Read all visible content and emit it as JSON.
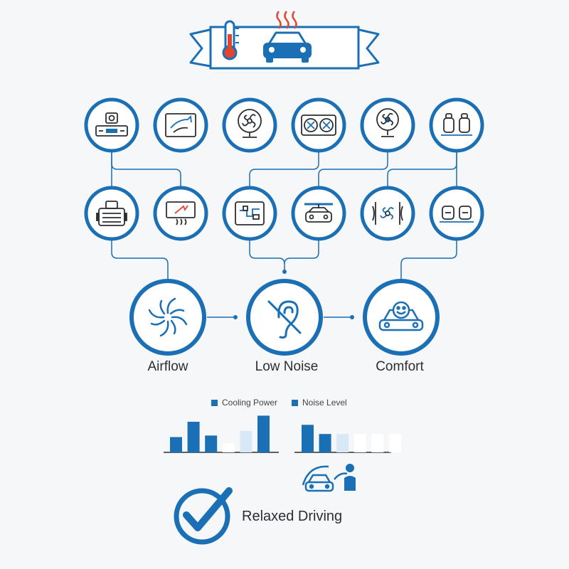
{
  "colors": {
    "primary": "#1a6fb5",
    "dark_text": "#2b2f33",
    "heat": "#e2452f",
    "bar_light": "#d9e8f6"
  },
  "banner": {
    "icons": [
      "thermometer-icon",
      "heat-waves-icon",
      "car-icon"
    ]
  },
  "row1_icons": [
    "control-unit-icon",
    "airflow-panel-icon",
    "fan-icon",
    "dual-fan-icon",
    "desk-fan-icon",
    "car-seats-icon"
  ],
  "row2_icons": [
    "filter-unit-icon",
    "display-airflow-icon",
    "duct-layout-icon",
    "car-vent-icon",
    "fan-vents-icon",
    "rear-seats-icon"
  ],
  "stages": {
    "airflow": {
      "label": "Airflow",
      "icon": "swirl-icon"
    },
    "low_noise": {
      "label": "Low Noise",
      "icon": "muted-ear-icon"
    },
    "comfort": {
      "label": "Comfort",
      "icon": "smiling-car-icon"
    }
  },
  "legend": {
    "cooling": "Cooling Power",
    "noise": "Noise Level"
  },
  "chart_data": [
    {
      "type": "bar",
      "series": [
        {
          "name": "Cooling Power",
          "values": [
            5,
            10,
            5.5,
            3,
            7,
            12
          ]
        }
      ],
      "categories": [
        "",
        "",
        "",
        "",
        "",
        ""
      ],
      "highlight": [
        true,
        true,
        true,
        false,
        false,
        true
      ],
      "ylim": [
        0,
        12
      ]
    },
    {
      "type": "bar",
      "series": [
        {
          "name": "Noise Level",
          "values": [
            9,
            6,
            6,
            6,
            6,
            6
          ]
        }
      ],
      "categories": [
        "",
        "",
        "",
        "",
        "",
        ""
      ],
      "highlight": [
        true,
        true,
        false,
        false,
        false,
        false
      ],
      "ylim": [
        0,
        12
      ]
    }
  ],
  "result": {
    "label": "Relaxed Driving",
    "check_icon": "checkmark-icon",
    "driver_icon": "driver-car-icon"
  }
}
